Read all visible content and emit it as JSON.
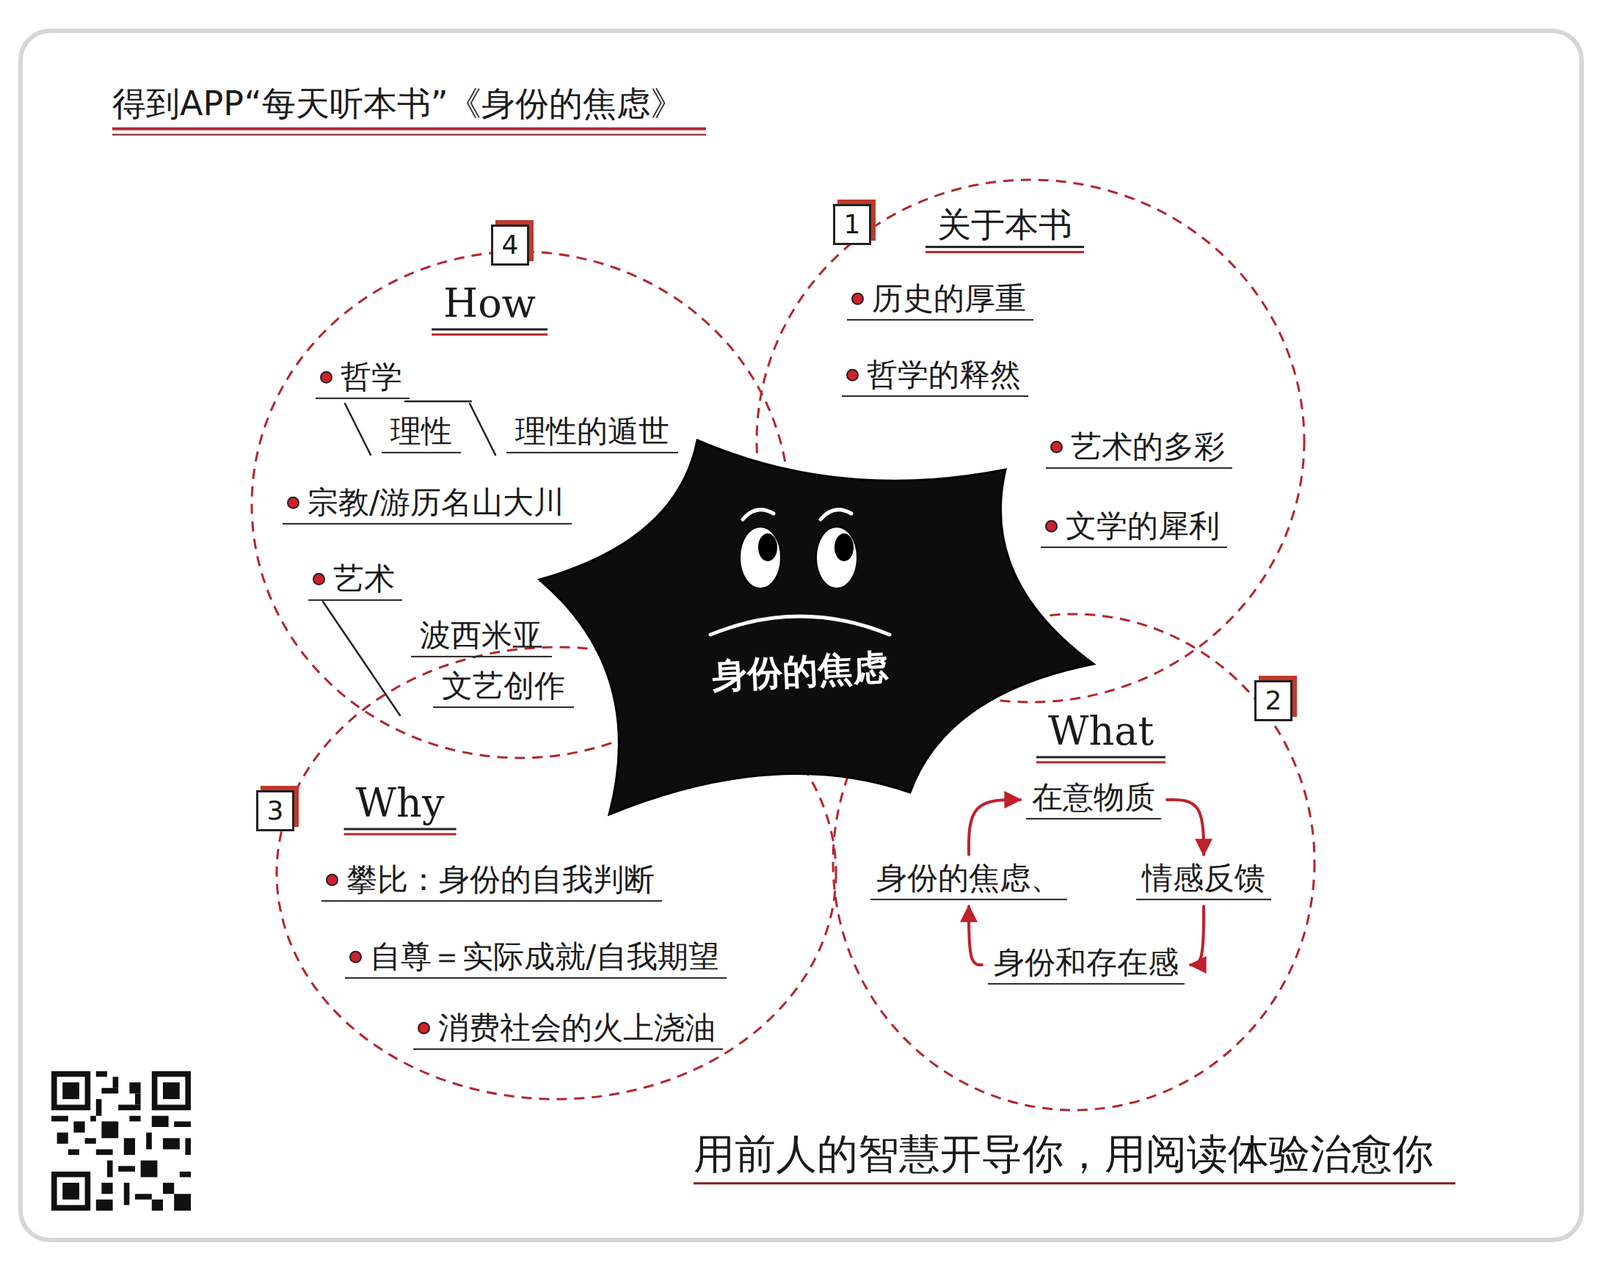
{
  "diagram": {
    "title": "得到APP“每天听本书”《身份的焦虑》",
    "caption": "用前人的智慧开导你，用阅读体验治愈你",
    "nodes": [
      {
        "text": [
          "身份的焦虑"
        ]
      },
      {
        "text": [
          "关于本书",
          "历史的厚重",
          "哲学的释然",
          "艺术的多彩",
          "文学的犀利"
        ]
      },
      {
        "text": [
          "What"
        ]
      },
      {
        "text": [
          "在意物质"
        ],
        "in": 2
      },
      {
        "text": [
          "情感反馈"
        ],
        "in": 2
      },
      {
        "text": [
          "身份和存在感"
        ],
        "in": 2
      },
      {
        "text": [
          "身份的焦虑、"
        ],
        "in": 2
      },
      {
        "text": [
          "Why",
          "攀比：身份的自我判断",
          "自尊＝实际成就/自我期望",
          "消费社会的火上浇油"
        ]
      },
      {
        "text": [
          "How",
          "哲学",
          "理性",
          "理性的遁世",
          "宗教/游历名山大川",
          "艺术",
          "波西米亚",
          "文艺创作"
        ]
      }
    ],
    "edges": [
      {
        "from": 3,
        "to": 4,
        "arrow": "to"
      },
      {
        "from": 4,
        "to": 5,
        "arrow": "to"
      },
      {
        "from": 5,
        "to": 6,
        "arrow": "to"
      },
      {
        "from": 6,
        "to": 3,
        "arrow": "to"
      }
    ],
    "labels": [
      "1",
      "2",
      "3",
      "4"
    ]
  }
}
